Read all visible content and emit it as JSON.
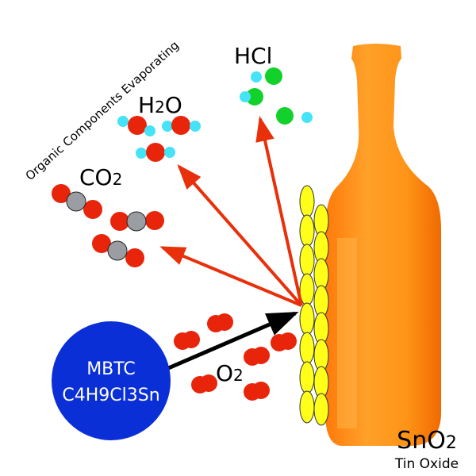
{
  "labels": {
    "organic": "Organic Components Evaporating",
    "hcl": "HCl",
    "h2o_main": "H",
    "h2o_sub": "2",
    "h2o_end": "O",
    "co2_main": "CO",
    "co2_sub": "2",
    "o2_main": "O",
    "o2_sub": "2",
    "sno2_main": "SnO",
    "sno2_sub": "2",
    "tin_oxide": "Tin Oxide",
    "mbtc_name": "MBTC",
    "mbtc_formula": "C4H9Cl3Sn"
  },
  "colors": {
    "oxygen": "#e8240a",
    "hydrogen": "#45e3f7",
    "chlorine": "#12d12a",
    "carbon": "#9a9ea3",
    "arrow_red": "#e8300a",
    "mbtc_blue": "#0a2fd6",
    "tin_yellow": "#ffff1a",
    "bottle_orange": "#ff8c1a"
  }
}
